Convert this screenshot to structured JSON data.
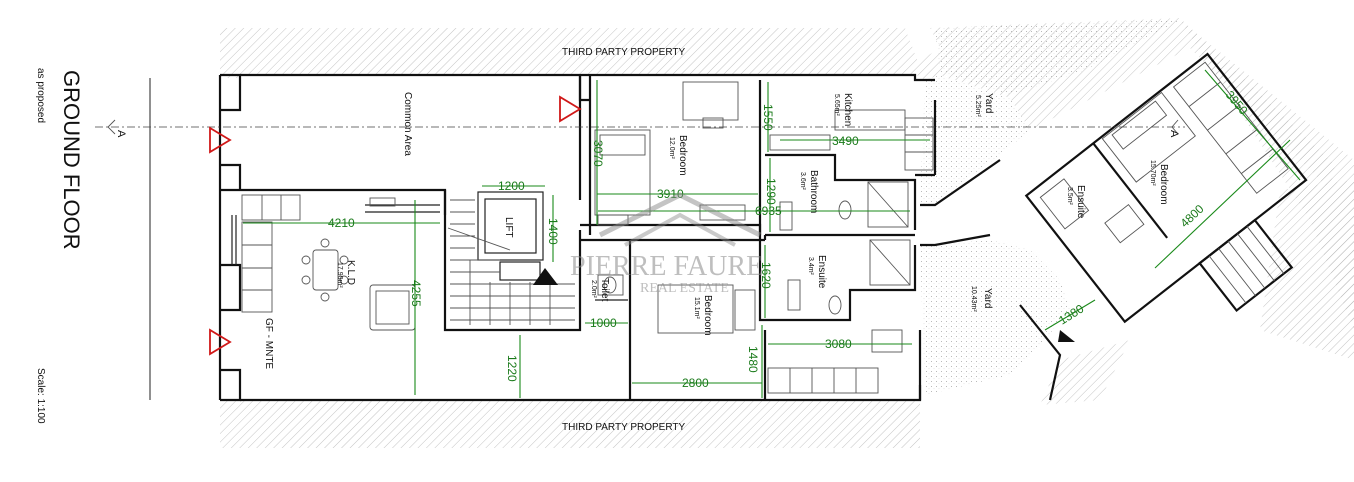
{
  "title": {
    "main": "GROUND FLOOR",
    "sub": "as proposed",
    "scale": "Scale: 1:100"
  },
  "boundaries": {
    "top": "THIRD PARTY PROPERTY",
    "bottom": "THIRD PARTY PROPERTY"
  },
  "section_marker": "A",
  "rooms": {
    "common_area": {
      "label": "Common Area"
    },
    "lift": {
      "label": "LIFT"
    },
    "kld": {
      "label": "K.L.D",
      "area": "17.90m²"
    },
    "gf_mnte": {
      "label": "GF - MNTE"
    },
    "bedroom1": {
      "label": "Bedroom",
      "area": "12.0m²"
    },
    "kitchen": {
      "label": "Kitchen",
      "area": "5.65m²"
    },
    "bathroom": {
      "label": "Bathroom",
      "area": "3.6m²"
    },
    "toilet": {
      "label": "Toilet",
      "area": "2.0m²"
    },
    "bedroom2": {
      "label": "Bedroom",
      "area": "15.1m²"
    },
    "ensuite1": {
      "label": "Ensuite",
      "area": "3.4m²"
    },
    "yard1": {
      "label": "Yard",
      "area": "5.25m²"
    },
    "yard2": {
      "label": "Yard",
      "area": "10.43m²"
    },
    "ensuite2": {
      "label": "Ensuite",
      "area": "3.5m²"
    },
    "bedroom3": {
      "label": "Bedroom",
      "area": "15.70m²"
    }
  },
  "dimensions": {
    "d4210": "4210",
    "d4255": "4255",
    "d1200": "1200",
    "d1400": "1400",
    "d1220": "1220",
    "d3070": "3070",
    "d3910": "3910",
    "d1550": "1550",
    "d3490": "3490",
    "d1290": "1290",
    "d6935": "6935",
    "d1620": "1620",
    "d1000": "1000",
    "d3080": "3080",
    "d1480": "1480",
    "d2800": "2800",
    "d3950": "3950",
    "d4800": "4800",
    "d1380": "1380"
  },
  "watermark": {
    "name": "PIERRE FAURE",
    "tagline": "REAL ESTATE"
  },
  "colors": {
    "dimension": "#1a8a1a",
    "section_arrow": "#d01818",
    "walls": "#111111",
    "hatch": "#9a9a9a"
  }
}
